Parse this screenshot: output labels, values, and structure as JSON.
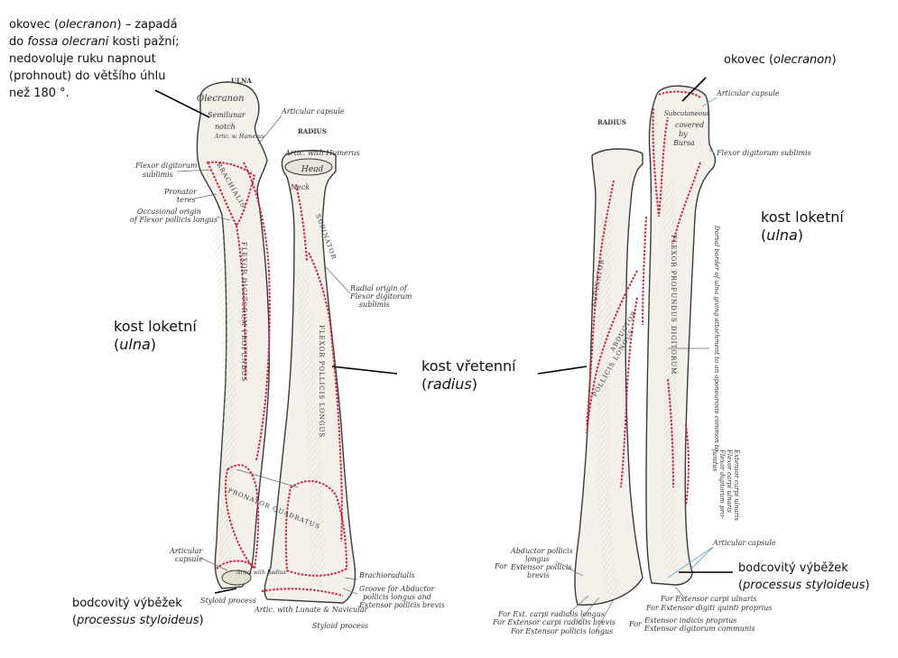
{
  "overlay_labels": {
    "olecranon_note": {
      "line1": "okovec (",
      "line1_it": "olecranon",
      "line1_end": ") – zapadá",
      "line2_pre": "do ",
      "line2_it": "fossa olecrani",
      "line2_end": " kosti pažní;",
      "line3": "nedovoluje ruku napnout",
      "line4": "(prohnout) do většího úhlu",
      "line5": "než 180 °."
    },
    "olecranon_right": {
      "pre": "okovec (",
      "it": "olecranon",
      "post": ")"
    },
    "ulna_left": {
      "line1": "kost loketní",
      "pre": "(",
      "it": "ulna",
      "post": ")"
    },
    "ulna_right": {
      "line1": "kost loketní",
      "pre": "(",
      "it": "ulna",
      "post": ")"
    },
    "radius": {
      "line1": "kost vřetenní",
      "pre": "(",
      "it": "radius",
      "post": ")"
    },
    "styloid_left": {
      "line1": "bodcovitý výběžek",
      "pre": "(",
      "it": "processus styloideus",
      "post": ")"
    },
    "styloid_right": {
      "line1": "bodcovitý výběžek",
      "pre": "(",
      "it": "processus styloideus",
      "post": ")"
    }
  },
  "original_labels": {
    "left": {
      "ulna": "ULNA",
      "radius": "RADIUS",
      "olecranon": "Olecranon",
      "semilunar": "Semilunar",
      "notch": "notch",
      "artic_humerus": "Artic. w. Humerus",
      "articular_capsule_top": "Articular capsule",
      "artic_with_humerus": "Artic. with Humerus",
      "head": "Head",
      "neck": "Neck",
      "flexor_dig_subl": "Flexor digitorum",
      "sublimis": "sublimis",
      "pronator": "Pronator",
      "teres": "teres",
      "occasional1": "Occasional origin",
      "occasional2": "of Flexor pollicis longus",
      "radial_origin1": "Radial origin of",
      "radial_origin2": "Flexor digitorum",
      "radial_origin3": "sublimis",
      "fdp": "FLEXOR  DIGITORUM  PROFUNDUS",
      "fpl": "FLEXOR  POLLICIS  LONGUS",
      "supinator": "SUPINATOR",
      "pronator_quadratus": "PRONATOR  QUADRATUS",
      "brachialis": "BRACHIALIS",
      "articular_capsule_bottom1": "Articular",
      "articular_capsule_bottom2": "capsule",
      "artic_radius": "Artic. with Radius",
      "styloid_process_left": "Styloid process",
      "brachioradialis": "Brachioradialis",
      "groove1": "Groove for Abductor",
      "groove2": "pollicis longus and",
      "groove3": "Extensor pollicis brevis",
      "artic_lunate": "Artic. with Lunate & Navicular",
      "styloid_process_radius": "Styloid process"
    },
    "right": {
      "radius": "RADIUS",
      "subcutaneous": "Subcutaneous",
      "covered": "covered",
      "by": "by",
      "bursa": "Bursa",
      "articular_capsule_top": "Articular capsule",
      "flexor_dig_subl": "Flexor digitorum sublimis",
      "supinator": "SUPINATOR",
      "fdp": "FLEXOR  PROFUNDUS  DIGITORUM",
      "abductor": "ABDUCTOR",
      "pollicis_longus": "POLLICIS  LONGUS",
      "dorsal_border": "Dorsal border of ulna giving attachment to an aponeurosis common to",
      "ext_carpi_ulnaris": "Extensor carpi ulnaris",
      "flex_carpi_ulnaris": "Flexor carpi ulnaris",
      "flex_dig_prof": "Flexor digitorum pro-",
      "fundus": "fundus",
      "articular_capsule_bottom": "Articular capsule",
      "for": "For",
      "abductor_pl": "Abductor pollicis",
      "longus": "longus",
      "ext_poll_brevis1": "Extensor pollicis",
      "brevis": "brevis",
      "for_ext_carpi_rad_longus": "For Ext. carpi radialis longus",
      "for_ext_carpi_rad_brevis": "For Extensor carpi radialis brevis",
      "for_ext_poll_longus": "For Extensor pollicis longus",
      "for_ext_carpi_ulnaris": "For Extensor carpi ulnaris",
      "for_ext_dig_quinti": "For Extensor digiti quinti proprius",
      "for2": "For",
      "ext_indicis": "Extensor indicis proprius",
      "ext_dig_comm": "Extensor digitorum communis"
    }
  },
  "colors": {
    "bone_fill": "#f4f1ea",
    "bone_stroke": "#3a3a3a",
    "muscle_line": "#c8283c",
    "leader": "#000000",
    "blue_leader": "#6aa8c8"
  }
}
